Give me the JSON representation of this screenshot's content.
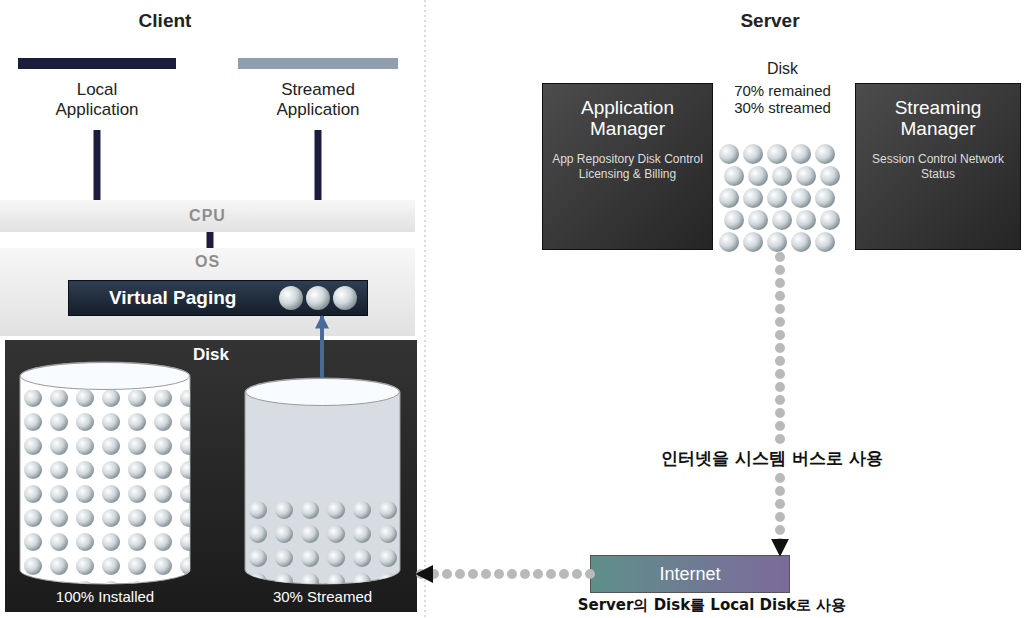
{
  "diagram": {
    "nodes": [
      {
        "text": [
          "Local Application"
        ]
      },
      {
        "text": [
          "Streamed Application"
        ]
      },
      {
        "text": [
          "CPU"
        ]
      },
      {
        "text": [
          "OS"
        ]
      },
      {
        "text": [
          "Virtual Paging"
        ],
        "in": 3
      },
      {
        "text": [
          "Disk"
        ]
      },
      {
        "text": [
          "100% Installed"
        ],
        "in": 5
      },
      {
        "text": [
          "30% Streamed"
        ],
        "in": 5
      },
      {
        "text": [
          "Application Manager",
          "App Repository Disk Control Licensing & Billing"
        ]
      },
      {
        "text": [
          "Disk",
          "70% remained 30% streamed"
        ]
      },
      {
        "text": [
          "Streaming Manager",
          "Session Control Network Status"
        ]
      },
      {
        "text": [
          "Internet"
        ]
      }
    ],
    "edges": [
      {
        "from": 0,
        "to": 2,
        "arrow": "none"
      },
      {
        "from": 1,
        "to": 2,
        "arrow": "none"
      },
      {
        "from": 2,
        "to": 3,
        "arrow": "none"
      },
      {
        "from": 7,
        "to": 4,
        "arrow": "to"
      },
      {
        "from": 9,
        "to": 11,
        "arrow": "to"
      },
      {
        "from": 11,
        "to": 5,
        "arrow": "to"
      }
    ],
    "labels": [
      "Client",
      "Server",
      "인터넷을 시스템 버스로 사용",
      "Server의 Disk를 Local Disk로 사용"
    ]
  }
}
